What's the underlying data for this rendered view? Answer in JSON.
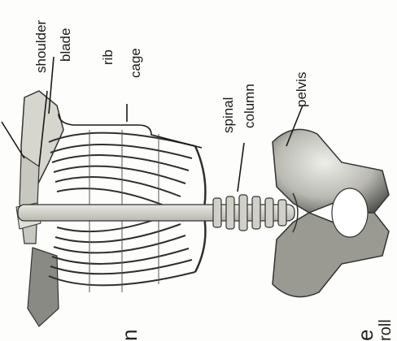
{
  "labels": {
    "shoulder_blade": [
      "shoulder",
      "blade"
    ],
    "rib_cage": [
      "rib",
      "cage"
    ],
    "spinal_column": [
      "spinal",
      "column"
    ],
    "pelvis": "pelvis"
  },
  "edge_fragments": {
    "bottom_left": "n",
    "bottom_right": "e",
    "bottom_far_right": "roll"
  },
  "colors": {
    "bone_light": "#dcdcd6",
    "bone_mid": "#a9a9a2",
    "bone_dark": "#4a4a48",
    "ink": "#1a1a1a"
  }
}
